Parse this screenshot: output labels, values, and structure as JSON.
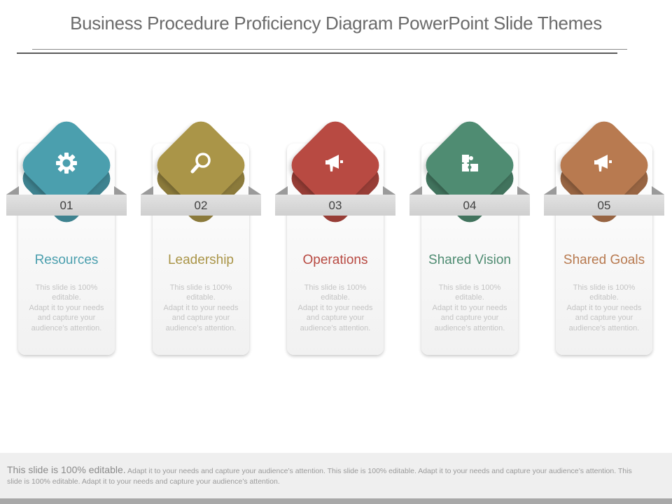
{
  "title": "Business Procedure Proficiency Diagram PowerPoint Slide Themes",
  "items": [
    {
      "number": "01",
      "label": "Resources",
      "icon": "gear-icon",
      "color": "#4b9fae",
      "desc": [
        "This slide is 100%",
        "editable.",
        "Adapt it to your needs",
        "and capture your",
        "audience’s attention."
      ]
    },
    {
      "number": "02",
      "label": "Leadership",
      "icon": "magnifier-icon",
      "color": "#aa9548",
      "desc": [
        "This slide is 100%",
        "editable.",
        "Adapt it to your needs",
        "and capture your",
        "audience’s attention."
      ]
    },
    {
      "number": "03",
      "label": "Operations",
      "icon": "megaphone-icon",
      "color": "#b84a42",
      "desc": [
        "This slide is 100%",
        "editable.",
        "Adapt it to your needs",
        "and capture your",
        "audience’s attention."
      ]
    },
    {
      "number": "04",
      "label": "Shared Vision",
      "icon": "puzzle-icon",
      "color": "#4f8c72",
      "desc": [
        "This slide is 100%",
        "editable.",
        "Adapt it to your needs",
        "and capture your",
        "audience’s attention."
      ]
    },
    {
      "number": "05",
      "label": "Shared Goals",
      "icon": "megaphone-icon",
      "color": "#b87a50",
      "desc": [
        "This slide is 100%",
        "editable.",
        "Adapt it to your needs",
        "and capture your",
        "audience’s attention."
      ]
    }
  ],
  "footer": {
    "lead": "This slide is 100% editable.",
    "body": "Adapt it to your needs and capture your audience’s attention. This slide is 100% editable. Adapt it to your needs and capture your audience’s attention. This slide is 100% editable. Adapt it to your needs and capture your audience’s attention."
  }
}
